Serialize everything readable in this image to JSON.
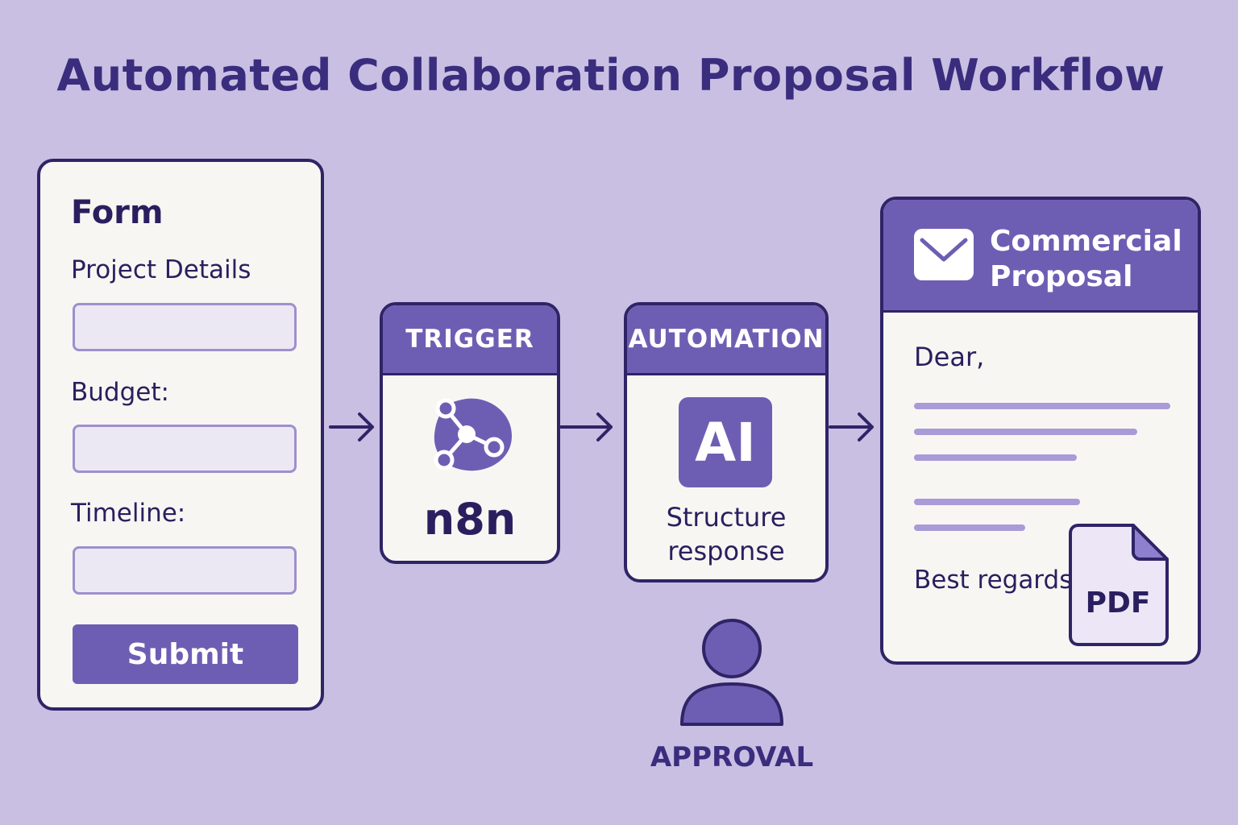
{
  "title": "Automated Collaboration Proposal Workflow",
  "form": {
    "title": "Form",
    "fields": [
      {
        "label": "Project Details",
        "value": ""
      },
      {
        "label": "Budget:",
        "value": ""
      },
      {
        "label": "Timeline:",
        "value": ""
      }
    ],
    "submit_label": "Submit"
  },
  "trigger": {
    "header": "TRIGGER",
    "icon": "n8n-logo-icon",
    "label": "n8n"
  },
  "automation": {
    "header": "AUTOMATION",
    "badge": "AI",
    "text_line1": "Structure",
    "text_line2": "response"
  },
  "proposal": {
    "title_line1": "Commercial",
    "title_line2": "Proposal",
    "icon": "envelope-icon",
    "greeting": "Dear,",
    "closing": "Best regards",
    "attachment_label": "PDF"
  },
  "approval": {
    "icon": "person-icon",
    "label": "APPROVAL"
  },
  "colors": {
    "background": "#c9bfe3",
    "accent": "#6e5eb3",
    "dark": "#2f2466",
    "card": "#f8f6f3"
  }
}
